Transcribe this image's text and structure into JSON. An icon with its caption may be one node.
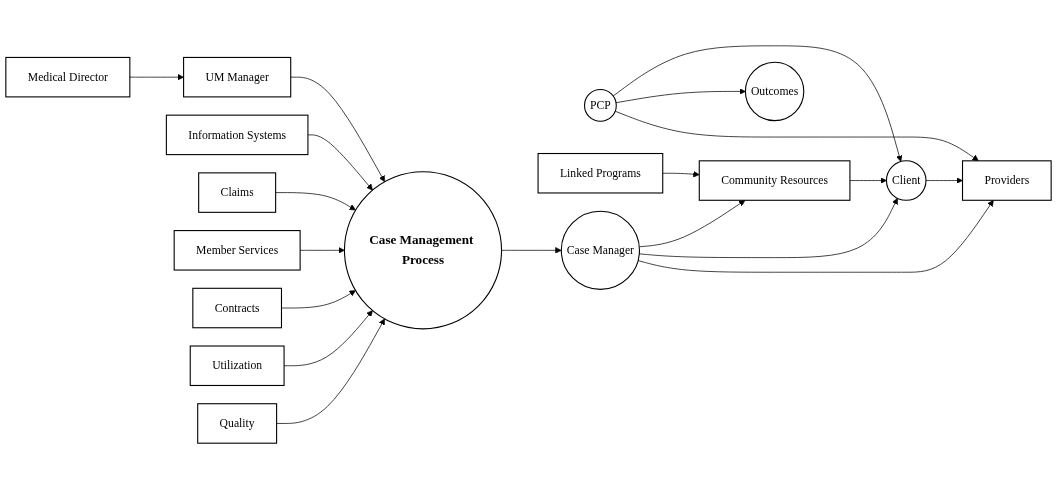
{
  "diagram": {
    "nodes": [
      {
        "text": [
          "Medical Director"
        ]
      },
      {
        "text": [
          "Linked Programs"
        ]
      },
      {
        "text": [
          "PCP"
        ]
      },
      {
        "text": [
          "UM Manager"
        ]
      },
      {
        "text": [
          "Community Resources"
        ]
      },
      {
        "text": [
          "Client"
        ]
      },
      {
        "text": [
          "Information Systems"
        ]
      },
      {
        "text": [
          "Case Manager"
        ]
      },
      {
        "text": [
          "Outcomes"
        ]
      },
      {
        "text": [
          "Case Management Process"
        ]
      },
      {
        "text": [
          "Claims"
        ]
      },
      {
        "text": [
          "Member Services"
        ]
      },
      {
        "text": [
          "Providers"
        ]
      },
      {
        "text": [
          "Contracts"
        ]
      },
      {
        "text": [
          "Utilization"
        ]
      },
      {
        "text": [
          "Quality"
        ]
      }
    ],
    "edges": [
      {
        "from": 0,
        "to": 3,
        "arrow": "to"
      },
      {
        "from": 3,
        "to": 9,
        "arrow": "to"
      },
      {
        "from": 6,
        "to": 9,
        "arrow": "to"
      },
      {
        "from": 10,
        "to": 9,
        "arrow": "to"
      },
      {
        "from": 13,
        "to": 9,
        "arrow": "to"
      },
      {
        "from": 15,
        "to": 9,
        "arrow": "to"
      },
      {
        "from": 11,
        "to": 9,
        "arrow": "to"
      },
      {
        "from": 14,
        "to": 9,
        "arrow": "to"
      },
      {
        "from": 9,
        "to": 7,
        "arrow": "to"
      },
      {
        "from": 1,
        "to": 4,
        "arrow": "to"
      },
      {
        "from": 7,
        "to": 4,
        "arrow": "to"
      },
      {
        "from": 4,
        "to": 5,
        "arrow": "to"
      },
      {
        "from": 7,
        "to": 5,
        "arrow": "to"
      },
      {
        "from": 2,
        "to": 5,
        "arrow": "to"
      },
      {
        "from": 2,
        "to": 8,
        "arrow": "to"
      },
      {
        "from": 2,
        "to": 12,
        "arrow": "to"
      },
      {
        "from": 5,
        "to": 12,
        "arrow": "to"
      },
      {
        "from": 7,
        "to": 12,
        "arrow": "to"
      }
    ]
  }
}
